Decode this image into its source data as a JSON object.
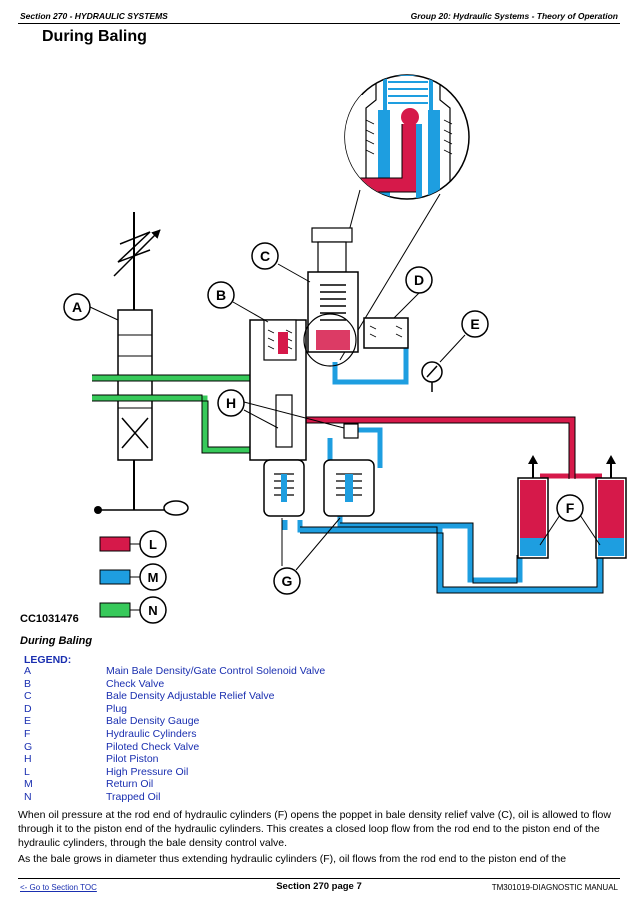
{
  "header": {
    "left": "Section 270 - HYDRAULIC SYSTEMS",
    "right": "Group 20: Hydraulic Systems - Theory of Operation"
  },
  "title": "During Baling",
  "diagram": {
    "figure_id": "CC1031476",
    "callouts": [
      "A",
      "B",
      "C",
      "D",
      "E",
      "F",
      "G",
      "H"
    ],
    "oil_key": [
      {
        "letter": "L",
        "color": "#d6194a"
      },
      {
        "letter": "M",
        "color": "#1e9ee0"
      },
      {
        "letter": "N",
        "color": "#37c95a"
      }
    ],
    "colors": {
      "high_pressure": "#d6194a",
      "return": "#1e9ee0",
      "trapped": "#37c95a",
      "outline": "#000000"
    }
  },
  "caption": "During Baling",
  "legend": {
    "title": "LEGEND:",
    "items": [
      {
        "key": "A",
        "value": "Main Bale Density/Gate Control Solenoid Valve"
      },
      {
        "key": "B",
        "value": "Check Valve"
      },
      {
        "key": "C",
        "value": "Bale Density Adjustable Relief Valve"
      },
      {
        "key": "D",
        "value": "Plug"
      },
      {
        "key": "E",
        "value": "Bale Density Gauge"
      },
      {
        "key": "F",
        "value": "Hydraulic Cylinders"
      },
      {
        "key": "G",
        "value": "Piloted Check Valve"
      },
      {
        "key": "H",
        "value": "Pilot Piston"
      },
      {
        "key": "L",
        "value": "High Pressure Oil"
      },
      {
        "key": "M",
        "value": "Return Oil"
      },
      {
        "key": "N",
        "value": "Trapped Oil"
      }
    ]
  },
  "paragraphs": [
    "When oil pressure at the rod end of hydraulic cylinders (F) opens the poppet in bale density relief valve (C), oil is allowed to flow through it to the piston end of the hydraulic cylinders. This creates a closed loop flow from the rod end to the piston end of the hydraulic cylinders, through the bale density control valve.",
    "As the bale grows in diameter thus extending hydraulic cylinders (F), oil flows from the rod end to the piston end of the"
  ],
  "footer": {
    "toc_link": "<- Go to Section TOC",
    "page": "Section 270 page 7",
    "manual": "TM301019-DIAGNOSTIC MANUAL"
  }
}
